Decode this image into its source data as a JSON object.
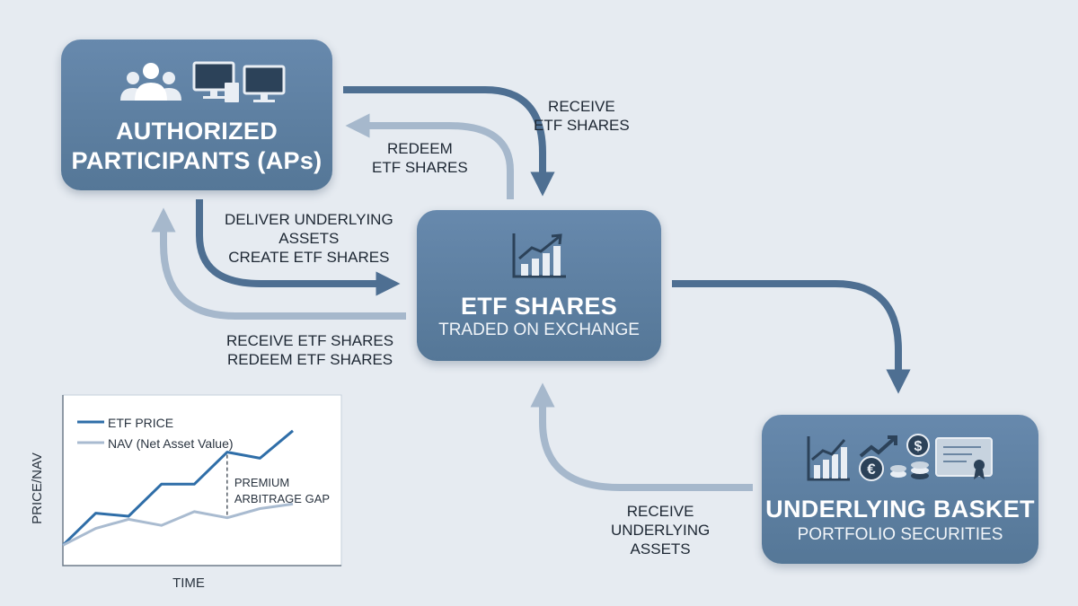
{
  "nodes": {
    "authorized_participants": {
      "title_line1": "AUTHORIZED",
      "title_line2": "PARTICIPANTS (APs)"
    },
    "etf_shares": {
      "title": "ETF SHARES",
      "subtitle": "TRADED ON EXCHANGE"
    },
    "underlying_basket": {
      "title": "UNDERLYING BASKET",
      "subtitle": "PORTFOLIO SECURITIES"
    }
  },
  "edges": {
    "receive_etf_shares_top": {
      "line1": "RECEIVE",
      "line2": "ETF SHARES"
    },
    "redeem_etf_shares_top": {
      "line1": "REDEEM",
      "line2": "ETF SHARES"
    },
    "deliver_create": {
      "line1": "DELIVER UNDERLYING",
      "line2": "ASSETS",
      "line3": "CREATE ETF SHARES"
    },
    "receive_redeem": {
      "line1": "RECEIVE ETF SHARES",
      "line2": "REDEEM ETF SHARES"
    },
    "receive_underlying": {
      "line1": "RECEIVE",
      "line2": "UNDERLYING",
      "line3": "ASSETS"
    }
  },
  "colors": {
    "background": "#e6ebf1",
    "box_fill": "#5f81a5",
    "arrow_dark": "#4e6f92",
    "arrow_light": "#a6b8cc",
    "etf_price_line": "#2f6ea8",
    "nav_line": "#a9bbd0"
  },
  "chart_data": {
    "type": "line",
    "title": "",
    "xlabel": "TIME",
    "ylabel": "PRICE/NAV",
    "x": [
      0,
      1,
      2,
      3,
      4,
      5,
      6,
      7
    ],
    "ylim": [
      0,
      10
    ],
    "series": [
      {
        "name": "ETF PRICE",
        "values": [
          1.1,
          3.2,
          3.0,
          5.1,
          5.1,
          7.2,
          6.8,
          8.6
        ]
      },
      {
        "name": "NAV (Net Asset Value)",
        "values": [
          1.1,
          2.2,
          2.8,
          2.4,
          3.3,
          2.9,
          3.5,
          3.8
        ]
      }
    ],
    "annotation": {
      "line1": "PREMIUM",
      "line2": "ARBITRAGE GAP",
      "x": 5
    },
    "grid": false,
    "legend": "top-left"
  }
}
